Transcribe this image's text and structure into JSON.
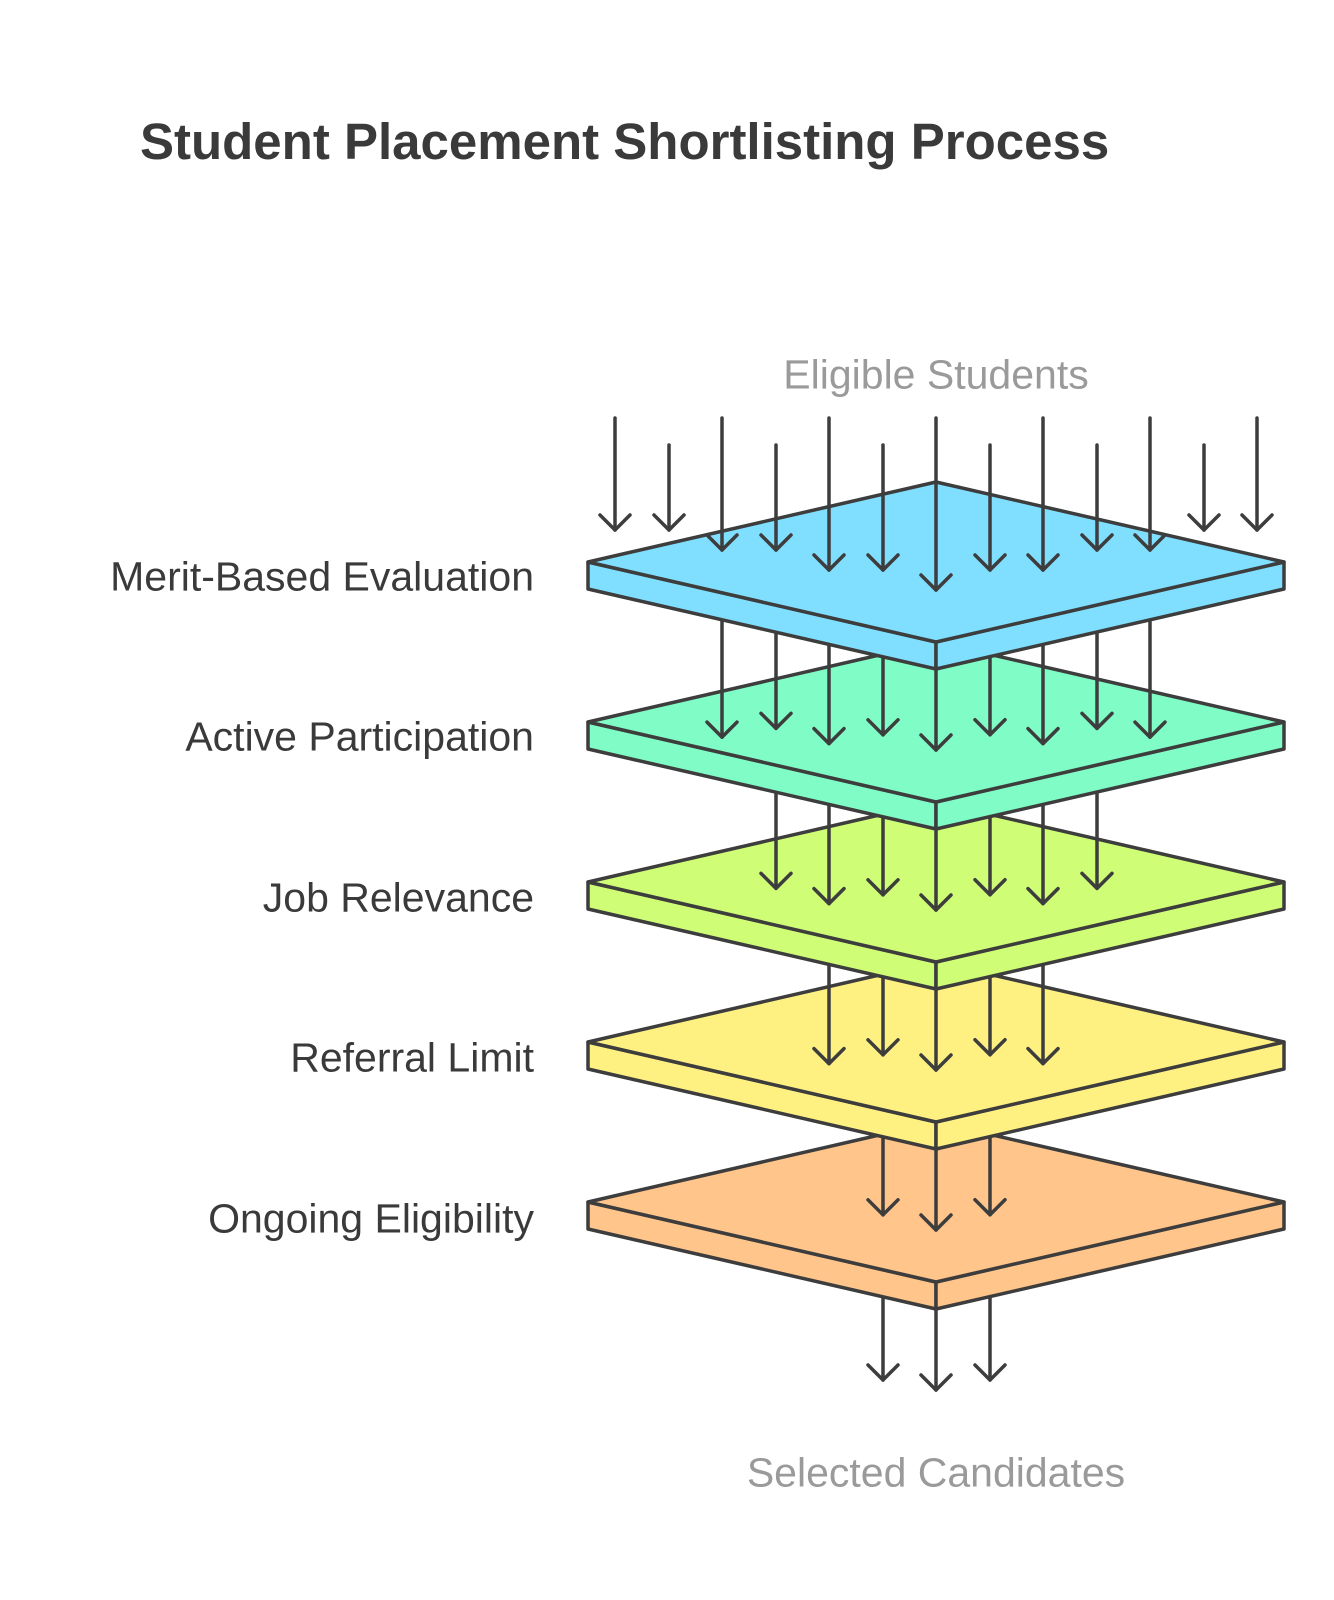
{
  "title": "Student Placement Shortlisting Process",
  "input_label": "Eligible Students",
  "output_label": "Selected Candidates",
  "colors": {
    "stroke": "#3d3d3d",
    "layer_fills": [
      "#80dfff",
      "#80fcc6",
      "#cffd76",
      "#fef182",
      "#ffc58b"
    ]
  },
  "layers": [
    {
      "label": "Merit-Based Evaluation"
    },
    {
      "label": "Active Participation"
    },
    {
      "label": "Job Relevance"
    },
    {
      "label": "Referral Limit"
    },
    {
      "label": "Ongoing Eligibility"
    }
  ]
}
